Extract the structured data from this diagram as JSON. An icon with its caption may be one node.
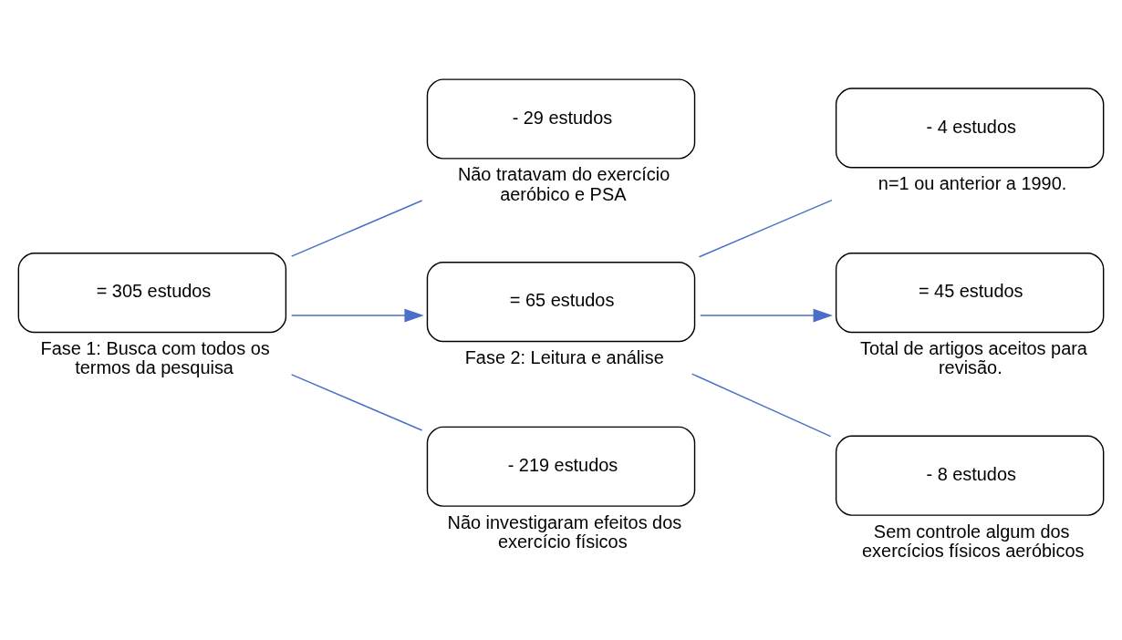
{
  "diagram": {
    "nodes": [
      {
        "text": [
          "= 305 estudos"
        ],
        "beside": [
          "Fase 1: Busca com todos os termos da pesquisa"
        ]
      },
      {
        "text": [
          "- 29 estudos"
        ],
        "beside": [
          "Não tratavam do exercício aeróbico e PSA"
        ]
      },
      {
        "text": [
          "- 219 estudos"
        ],
        "beside": [
          "Não investigaram efeitos dos exercício físicos"
        ]
      },
      {
        "text": [
          "= 65 estudos"
        ],
        "beside": [
          "Fase 2: Leitura e análise"
        ]
      },
      {
        "text": [
          "- 4 estudos"
        ],
        "beside": [
          "n=1 ou anterior a 1990."
        ]
      },
      {
        "text": [
          "= 45 estudos"
        ],
        "beside": [
          "Total de artigos aceitos para revisão."
        ]
      },
      {
        "text": [
          "- 8 estudos"
        ],
        "beside": [
          "Sem controle algum dos exercícios físicos aeróbicos"
        ]
      }
    ],
    "edges": [
      {
        "from": 0,
        "to": 1,
        "arrow": "none"
      },
      {
        "from": 0,
        "to": 2,
        "arrow": "none"
      },
      {
        "from": 0,
        "to": 3,
        "arrow": "to"
      },
      {
        "from": 3,
        "to": 4,
        "arrow": "none"
      },
      {
        "from": 3,
        "to": 5,
        "arrow": "to"
      },
      {
        "from": 3,
        "to": 6,
        "arrow": "none"
      }
    ]
  }
}
